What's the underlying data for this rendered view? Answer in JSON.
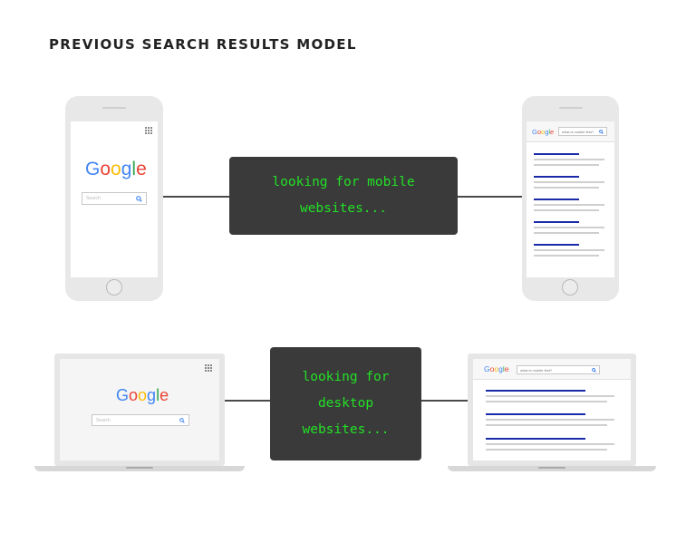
{
  "title": "PREVIOUS SEARCH RESULTS MODEL",
  "mobile_query": {
    "line1": "looking for mobile",
    "line2": "websites..."
  },
  "desktop_query": {
    "line1": "looking for",
    "line2": "desktop",
    "line3": "websites..."
  },
  "google_logo": {
    "letters": [
      "G",
      "o",
      "o",
      "g",
      "l",
      "e"
    ],
    "colors": [
      "#4285F4",
      "#EA4335",
      "#FBBC05",
      "#4285F4",
      "#34A853",
      "#EA4335"
    ]
  },
  "search_placeholder": "Search",
  "search_query_text": "what is mobile first?",
  "colors": {
    "terminal_bg": "#3a3a3a",
    "terminal_text": "#22e026",
    "result_link": "#1a2aa8",
    "device": "#e8e8e8"
  }
}
